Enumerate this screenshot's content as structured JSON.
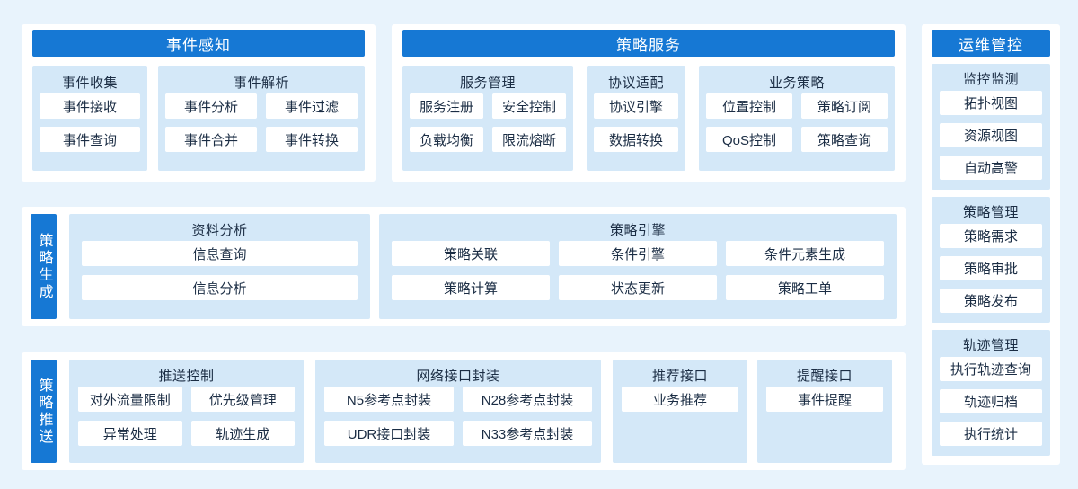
{
  "colors": {
    "background": "#e8f3fc",
    "panel_white": "#ffffff",
    "header_blue": "#1678d4",
    "section_light_blue": "#d4e8f8",
    "text_dark": "#1b2d44",
    "text_white": "#ffffff"
  },
  "panels": {
    "event_perception": {
      "title": "事件感知",
      "sections": [
        {
          "label": "事件收集",
          "items": [
            "事件接收",
            "事件查询"
          ]
        },
        {
          "label": "事件解析",
          "items": [
            "事件分析",
            "事件过滤",
            "事件合并",
            "事件转换"
          ]
        }
      ]
    },
    "policy_service": {
      "title": "策略服务",
      "sections": [
        {
          "label": "服务管理",
          "items": [
            "服务注册",
            "安全控制",
            "负载均衡",
            "限流熔断"
          ]
        },
        {
          "label": "协议适配",
          "items": [
            "协议引擎",
            "数据转换"
          ]
        },
        {
          "label": "业务策略",
          "items": [
            "位置控制",
            "策略订阅",
            "QoS控制",
            "策略查询"
          ]
        }
      ]
    },
    "policy_generation": {
      "side_label": "策略生成",
      "sections": [
        {
          "label": "资料分析",
          "items": [
            "信息查询",
            "信息分析"
          ]
        },
        {
          "label": "策略引擎",
          "items": [
            "策略关联",
            "条件引擎",
            "条件元素生成",
            "策略计算",
            "状态更新",
            "策略工单"
          ]
        }
      ]
    },
    "policy_push": {
      "side_label": "策略推送",
      "sections": [
        {
          "label": "推送控制",
          "items": [
            "对外流量限制",
            "优先级管理",
            "异常处理",
            "轨迹生成"
          ]
        },
        {
          "label": "网络接口封装",
          "items": [
            "N5参考点封装",
            "N28参考点封装",
            "UDR接口封装",
            "N33参考点封装"
          ]
        },
        {
          "label": "推荐接口",
          "items": [
            "业务推荐"
          ]
        },
        {
          "label": "提醒接口",
          "items": [
            "事件提醒"
          ]
        }
      ]
    },
    "ops_control": {
      "title": "运维管控",
      "sections": [
        {
          "label": "监控监测",
          "items": [
            "拓扑视图",
            "资源视图",
            "自动高警"
          ]
        },
        {
          "label": "策略管理",
          "items": [
            "策略需求",
            "策略审批",
            "策略发布"
          ]
        },
        {
          "label": "轨迹管理",
          "items": [
            "执行轨迹查询",
            "轨迹归档",
            "执行统计"
          ]
        }
      ]
    }
  }
}
